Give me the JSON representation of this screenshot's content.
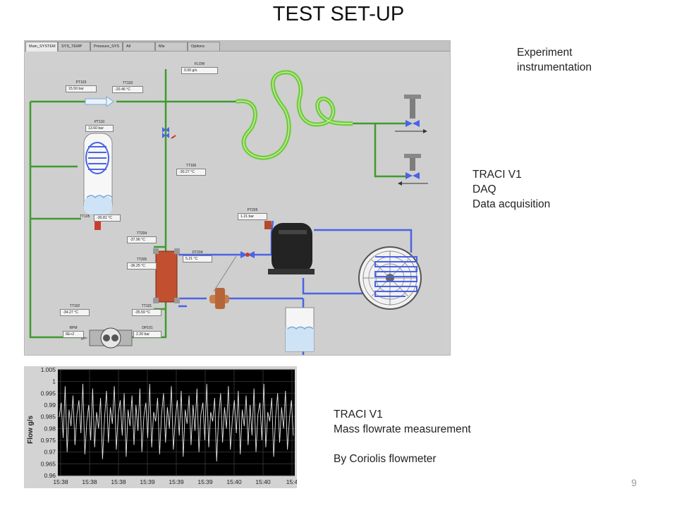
{
  "slide": {
    "title": "TEST SET-UP",
    "page_number": "9",
    "notes": {
      "instrumentation": [
        "Experiment",
        "instrumentation"
      ],
      "daq": [
        "TRACI V1",
        "DAQ",
        "Data acquisition"
      ],
      "flow": [
        "TRACI V1",
        "Mass flowrate measurement",
        "",
        "By Coriolis flowmeter"
      ]
    }
  },
  "daq_window": {
    "tabs": [
      "Main_SYSTEM",
      "SYS_TEMP",
      "Pressure_SYS",
      "All",
      "Mis",
      "Options"
    ],
    "active_tab": "Main_SYSTEM",
    "instruments": {
      "flow": {
        "label": "FLOW",
        "value": "0.00 g/s"
      },
      "pt103": {
        "label": "PT103",
        "value": "15.50 bar"
      },
      "tt103": {
        "label": "TT103",
        "value": "-20.46 °C"
      },
      "pt110": {
        "label": "PT110",
        "value": "13.60 bar"
      },
      "tt106": {
        "label": "TT106",
        "value": "-30.27 °C"
      },
      "tt105": {
        "label": "TT105",
        "value": "-30.81 °C"
      },
      "pt205": {
        "label": "PT205",
        "value": "1.21 bar"
      },
      "tt204": {
        "label": "TT204",
        "value": "-37.96 °C"
      },
      "dt204": {
        "label": "DT204",
        "value": "5.21 °C"
      },
      "tt205": {
        "label": "TT205",
        "value": "-36.25 °C"
      },
      "tt102": {
        "label": "TT102",
        "value": "-34.27 °C"
      },
      "tt101": {
        "label": "TT101",
        "value": "-35.59 °C"
      },
      "rpm": {
        "label": "RPM",
        "value": "6E+2"
      },
      "dp101": {
        "label": "DP101",
        "value": "2.20 bar"
      }
    },
    "colors": {
      "green_pipe": "#3f9b2c",
      "blue_pipe": "#4a63e6",
      "panel_bg": "#cfcfcf"
    }
  },
  "chart_data": {
    "type": "line",
    "ylabel": "Flow g/s",
    "ylim": [
      0.96,
      1.005
    ],
    "yticks": [
      "1.005",
      "1",
      "0.995",
      "0.99",
      "0.985",
      "0.98",
      "0.975",
      "0.97",
      "0.965",
      "0.96"
    ],
    "xticks": [
      "15:38",
      "15:38",
      "15:38",
      "15:39",
      "15:39",
      "15:39",
      "15:40",
      "15:40",
      "15:4"
    ],
    "grid": true,
    "background": "#000000",
    "line_color": "#e8e8e8",
    "series": [
      {
        "values": [
          0.985,
          0.991,
          0.976,
          0.998,
          0.97,
          0.988,
          0.981,
          0.994,
          0.973,
          0.986,
          0.992,
          0.978,
          0.999,
          0.969,
          0.983,
          0.99,
          0.975,
          0.997,
          0.972,
          0.987,
          0.98,
          0.993,
          0.967,
          0.984,
          0.996,
          0.974,
          0.989,
          0.982,
          0.998,
          0.971,
          0.986,
          0.992,
          0.977,
          0.995,
          0.968,
          0.988,
          0.981,
          0.994,
          0.973,
          0.99,
          0.979,
          0.997,
          0.97,
          0.985,
          0.991,
          0.976,
          0.999,
          0.972,
          0.987,
          0.983,
          0.993,
          0.969,
          0.986,
          0.995,
          0.974,
          0.989,
          0.98,
          0.998,
          0.971,
          0.984,
          0.992,
          0.977,
          0.996,
          0.968,
          0.988,
          0.982,
          0.994,
          0.973,
          0.99,
          0.979,
          0.997,
          0.97,
          0.986,
          0.991,
          0.975,
          0.999,
          0.972,
          0.987,
          0.983,
          0.993,
          0.966,
          0.985,
          0.995,
          0.974,
          0.989,
          0.98,
          0.998,
          0.971,
          0.984,
          0.992,
          0.978,
          0.996,
          0.969,
          0.988,
          0.981,
          0.994,
          0.973,
          0.99,
          0.977,
          0.997,
          0.97,
          0.986,
          0.991,
          0.975,
          0.999,
          0.972,
          0.987,
          0.983,
          0.993,
          0.968,
          0.985,
          0.995,
          0.974,
          0.989,
          0.98,
          0.996,
          0.971,
          0.984,
          0.992,
          0.977
        ]
      }
    ]
  }
}
